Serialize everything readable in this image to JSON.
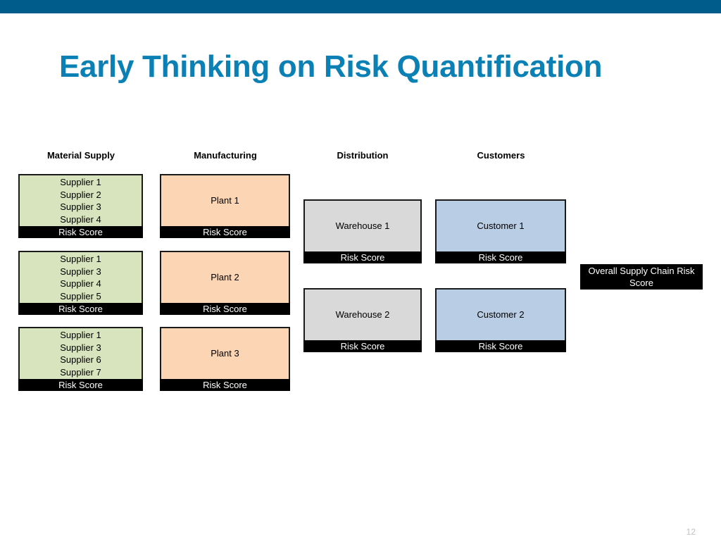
{
  "title": "Early Thinking on Risk Quantification",
  "columns": {
    "material_supply": "Material Supply",
    "manufacturing": "Manufacturing",
    "distribution": "Distribution",
    "customers": "Customers"
  },
  "risk_label": "Risk Score",
  "supplier_groups": [
    {
      "suppliers": [
        "Supplier 1",
        "Supplier 2",
        "Supplier 3",
        "Supplier 4"
      ],
      "risk": "Risk Score"
    },
    {
      "suppliers": [
        "Supplier 1",
        "Supplier 3",
        "Supplier 4",
        "Supplier 5"
      ],
      "risk": "Risk Score"
    },
    {
      "suppliers": [
        "Supplier 1",
        "Supplier 3",
        "Supplier 6",
        "Supplier 7"
      ],
      "risk": "Risk Score"
    }
  ],
  "plants": [
    {
      "name": "Plant 1",
      "risk": "Risk Score"
    },
    {
      "name": "Plant 2",
      "risk": "Risk Score"
    },
    {
      "name": "Plant 3",
      "risk": "Risk Score"
    }
  ],
  "warehouses": [
    {
      "name": "Warehouse 1",
      "risk": "Risk Score"
    },
    {
      "name": "Warehouse 2",
      "risk": "Risk Score"
    }
  ],
  "customers": [
    {
      "name": "Customer 1",
      "risk": "Risk Score"
    },
    {
      "name": "Customer 2",
      "risk": "Risk Score"
    }
  ],
  "overall": "Overall Supply Chain Risk Score",
  "page_number": "12",
  "colors": {
    "top_bar": "#005c8a",
    "title": "#0a80b5",
    "supplier_fill": "#d7e4bd",
    "plant_fill": "#fcd5b5",
    "warehouse_fill": "#d9d9d9",
    "customer_fill": "#b9cde5",
    "risk_fill": "#000000"
  }
}
